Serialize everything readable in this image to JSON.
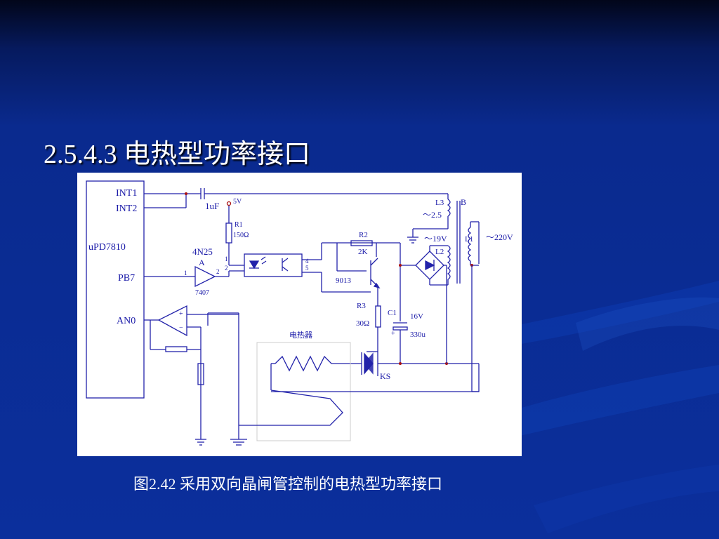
{
  "slide": {
    "title": "2.5.4.3 电热型功率接口",
    "caption": "图2.42 采用双向晶闸管控制的电热型功率接口"
  },
  "circuit": {
    "mcu_label": "uPD7810",
    "pins": {
      "int1": "INT1",
      "int2": "INT2",
      "pb7": "PB7",
      "an0": "AN0"
    },
    "capacitor_in": "1uF",
    "supply": "5V",
    "r1_name": "R1",
    "r1_value": "150Ω",
    "optocoupler": "4N25",
    "opto_pins": {
      "p1": "1",
      "p2": "2",
      "p4": "4",
      "p5": "5"
    },
    "buffer_name": "A",
    "buffer_pin_in": "1",
    "buffer_pin_out": "2",
    "buffer_part": "7407",
    "r2_name": "R2",
    "r2_value": "2K",
    "transistor": "9013",
    "r3_name": "R3",
    "r3_value": "30Ω",
    "c1_name": "C1",
    "c1_voltage": "16V",
    "c1_value": "330u",
    "c1_plus": "+",
    "triac": "KS",
    "heater": "电热器",
    "transformer": "B",
    "l1": "L1",
    "l2": "L2",
    "l3": "L3",
    "v_l3": "～2.5",
    "v_l2": "～19V",
    "v_mains": "～220V",
    "opamp_plus": "+",
    "opamp_minus": "−"
  },
  "colors": {
    "wire": "#2222aa",
    "component": "#1a1aa8",
    "junction": "#aa1111",
    "title": "#ffffff"
  }
}
